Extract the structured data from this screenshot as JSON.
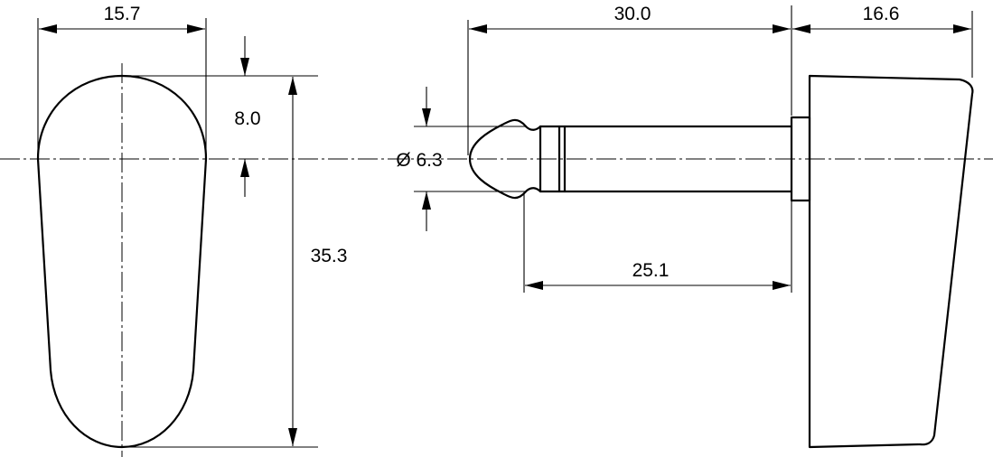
{
  "dimensions": {
    "side_width": "15.7",
    "tip_offset": "8.0",
    "side_height": "35.3",
    "plug_length": "30.0",
    "handle_depth": "16.6",
    "shaft_length": "25.1",
    "diameter": "Ø 6.3"
  }
}
